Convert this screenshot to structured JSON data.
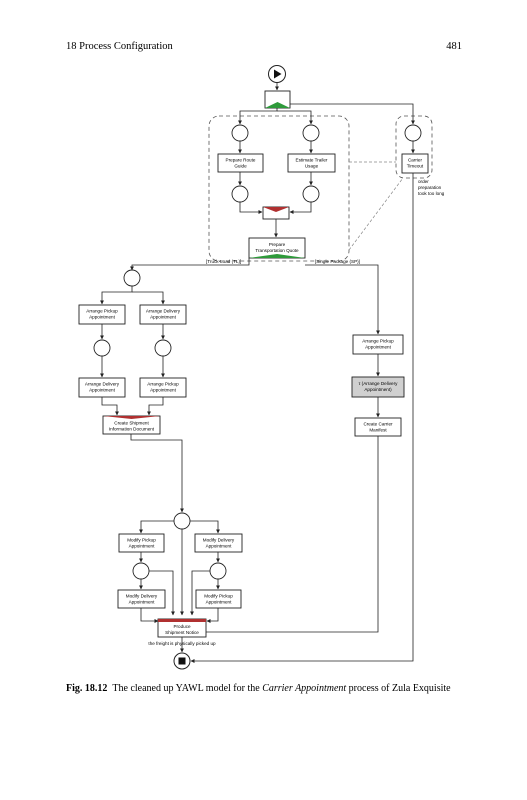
{
  "header": {
    "chapter": "18 Process Configuration",
    "page_number": "481"
  },
  "diagram": {
    "tasks": {
      "prepare_route_guide": [
        "Prepare Route",
        "Guide"
      ],
      "estimate_trailer_usage": [
        "Estimate Trailer",
        "Usage"
      ],
      "carrier_timeout": [
        "Carrier",
        "Timeout"
      ],
      "prepare_transportation_quote": [
        "Prepare",
        "Transportation Quote"
      ],
      "left_arrange_pickup": [
        "Arrange Pickup",
        "Appointment"
      ],
      "left_arrange_delivery": [
        "Arrange Delivery",
        "Appointment"
      ],
      "left2_arrange_delivery": [
        "Arrange Delivery",
        "Appointment"
      ],
      "left2_arrange_pickup": [
        "Arrange Pickup",
        "Appointment"
      ],
      "create_shipment_info": [
        "Create Shipment",
        "Information Document"
      ],
      "sp_arrange_pickup": [
        "Arrange Pickup",
        "Appointment"
      ],
      "tau_arrange_delivery": [
        "τ (Arrange Delivery",
        "Appointment)"
      ],
      "create_carrier_manifest": [
        "Create Carrier",
        "Manifest"
      ],
      "modify_pickup": [
        "Modify Pickup",
        "Appointment"
      ],
      "modify_delivery": [
        "Modify Delivery",
        "Appointment"
      ],
      "modify_delivery_2": [
        "Modify Delivery",
        "Appointment"
      ],
      "modify_pickup_2": [
        "Modify Pickup",
        "Appointment"
      ],
      "produce_shipment_notice": [
        "Produce",
        "Shipment Notice"
      ]
    },
    "labels": {
      "truckload": "[Truck-Load (TL)]",
      "single_package": "[Single Package (SP)]",
      "timeout_note": [
        "order",
        "preparation",
        "took too long"
      ],
      "picked_up_note": "the freight is physically picked up"
    }
  },
  "caption": {
    "label": "Fig. 18.12",
    "text_before": "The cleaned up YAWL model for the",
    "italic": "Carrier Appointment",
    "text_after": "process of Zula Exquisite"
  }
}
